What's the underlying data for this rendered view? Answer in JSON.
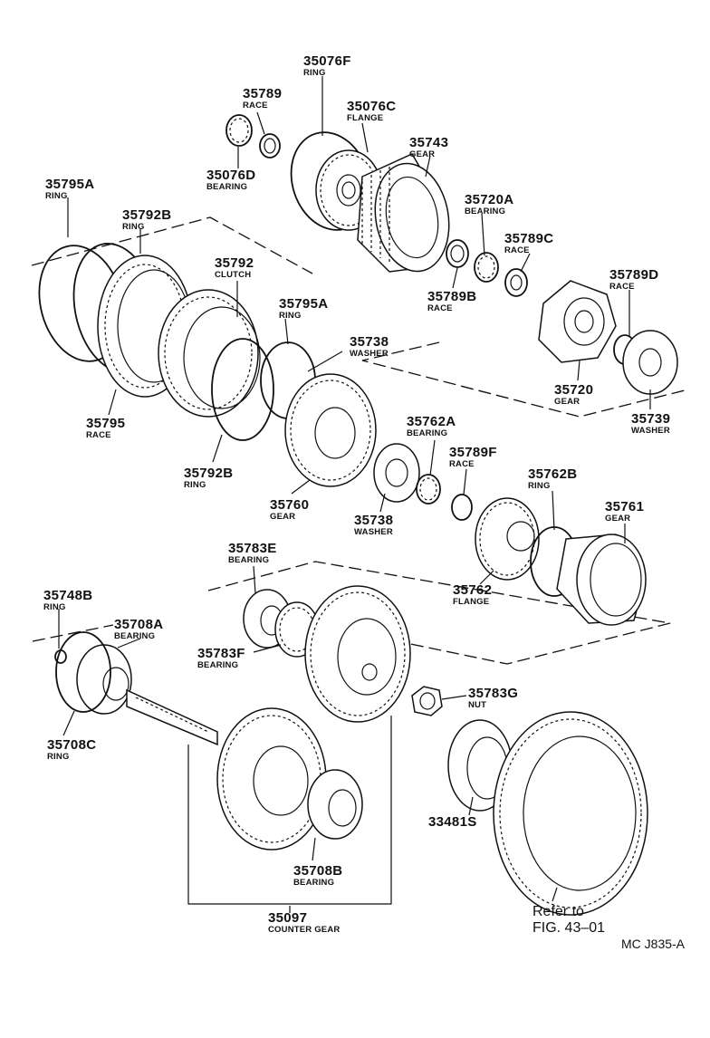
{
  "diagram_code": "MC J835-A",
  "reference": {
    "line1": "Refer to",
    "line2": "FIG. 43–01"
  },
  "parts": [
    {
      "number": "35076F",
      "name": "RING"
    },
    {
      "number": "35789",
      "name": "RACE"
    },
    {
      "number": "35076C",
      "name": "FLANGE"
    },
    {
      "number": "35076D",
      "name": "BEARING"
    },
    {
      "number": "35743",
      "name": "GEAR"
    },
    {
      "number": "35795A",
      "name": "RING"
    },
    {
      "number": "35792B",
      "name": "RING"
    },
    {
      "number": "35720A",
      "name": "BEARING"
    },
    {
      "number": "35792",
      "name": "CLUTCH"
    },
    {
      "number": "35789C",
      "name": "RACE"
    },
    {
      "number": "35795A",
      "name": "RING"
    },
    {
      "number": "35789B",
      "name": "RACE"
    },
    {
      "number": "35789D",
      "name": "RACE"
    },
    {
      "number": "35738",
      "name": "WASHER"
    },
    {
      "number": "35720",
      "name": "GEAR"
    },
    {
      "number": "35795",
      "name": "RACE"
    },
    {
      "number": "35739",
      "name": "WASHER"
    },
    {
      "number": "35762A",
      "name": "BEARING"
    },
    {
      "number": "35789F",
      "name": "RACE"
    },
    {
      "number": "35792B",
      "name": "RING"
    },
    {
      "number": "35762B",
      "name": "RING"
    },
    {
      "number": "35760",
      "name": "GEAR"
    },
    {
      "number": "35761",
      "name": "GEAR"
    },
    {
      "number": "35738",
      "name": "WASHER"
    },
    {
      "number": "35783E",
      "name": "BEARING"
    },
    {
      "number": "35762",
      "name": "FLANGE"
    },
    {
      "number": "35748B",
      "name": "RING"
    },
    {
      "number": "35708A",
      "name": "BEARING"
    },
    {
      "number": "35783F",
      "name": "BEARING"
    },
    {
      "number": "35783G",
      "name": "NUT"
    },
    {
      "number": "35708C",
      "name": "RING"
    },
    {
      "number": "33481S",
      "name": ""
    },
    {
      "number": "35708B",
      "name": "BEARING"
    },
    {
      "number": "35097",
      "name": "COUNTER GEAR"
    }
  ]
}
